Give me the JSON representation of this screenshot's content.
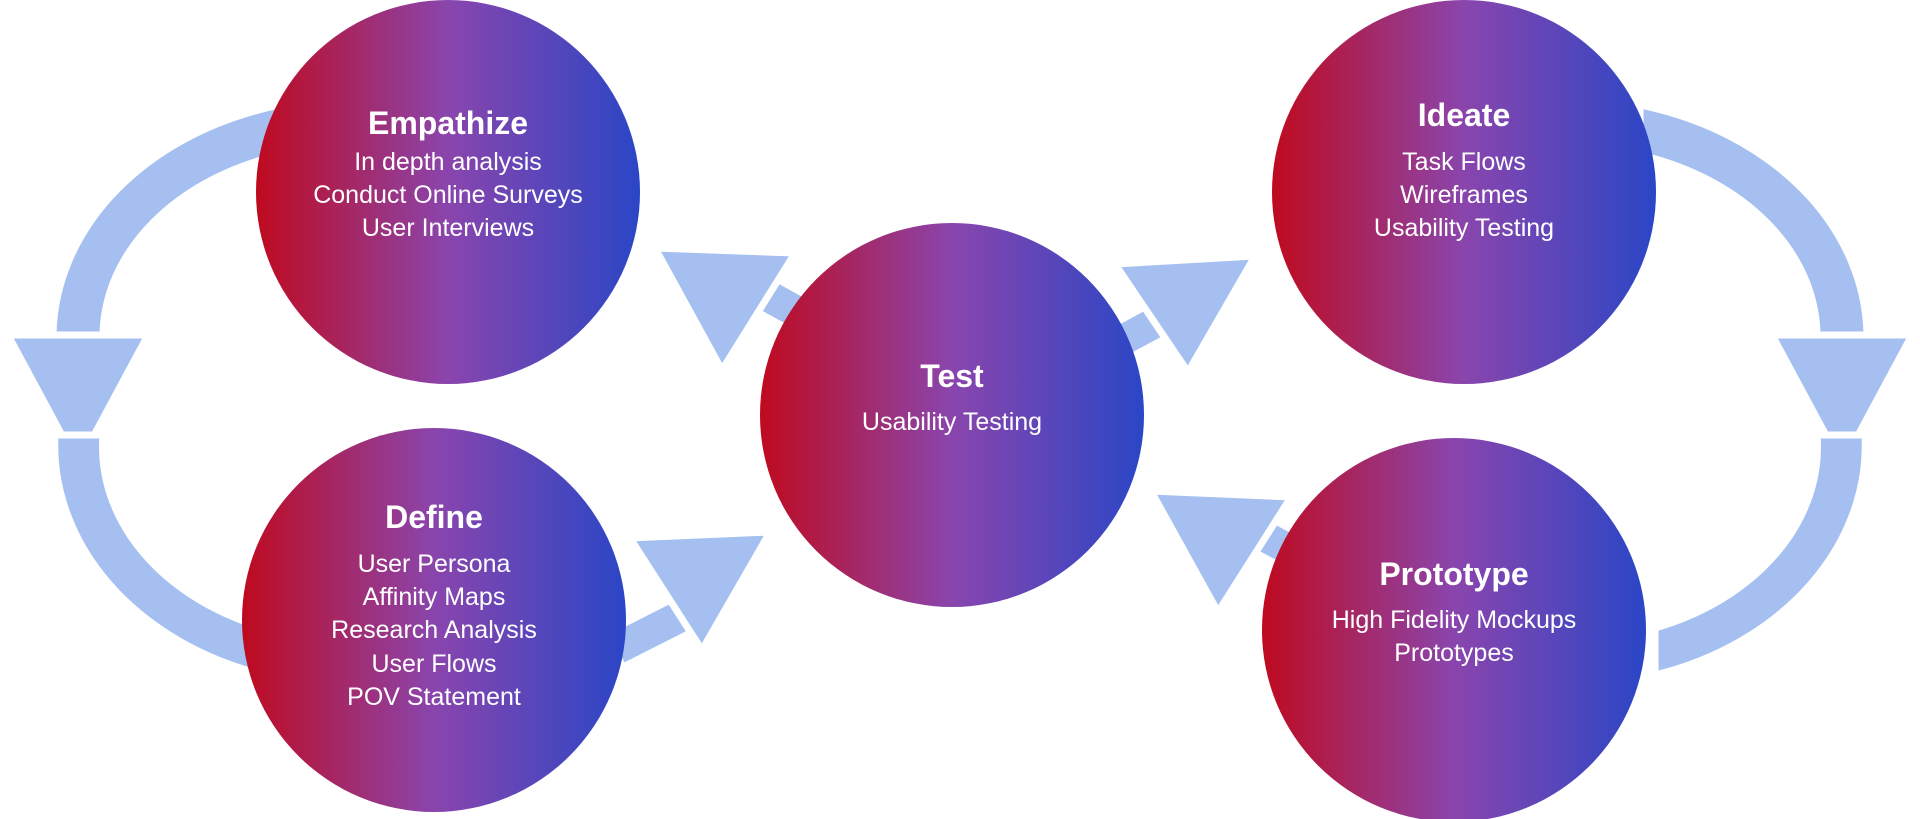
{
  "colors": {
    "arrow": "#a4bff0",
    "gradient_left": "#bf0a1f",
    "gradient_mid": "#8a45ad",
    "gradient_right": "#2a46c6",
    "text": "#ffffff",
    "background": "#ffffff"
  },
  "nodes": {
    "empathize": {
      "title": "Empathize",
      "items": [
        "In depth analysis",
        "Conduct Online Surveys",
        "User Interviews"
      ]
    },
    "define": {
      "title": "Define",
      "items": [
        "User Persona",
        "Affinity Maps",
        "Research Analysis",
        "User Flows",
        "POV Statement"
      ]
    },
    "test": {
      "title": "Test",
      "items": [
        "Usability Testing"
      ]
    },
    "ideate": {
      "title": "Ideate",
      "items": [
        "Task Flows",
        "Wireframes",
        "Usability Testing"
      ]
    },
    "prototype": {
      "title": "Prototype",
      "items": [
        "High Fidelity Mockups",
        "Prototypes"
      ]
    }
  }
}
